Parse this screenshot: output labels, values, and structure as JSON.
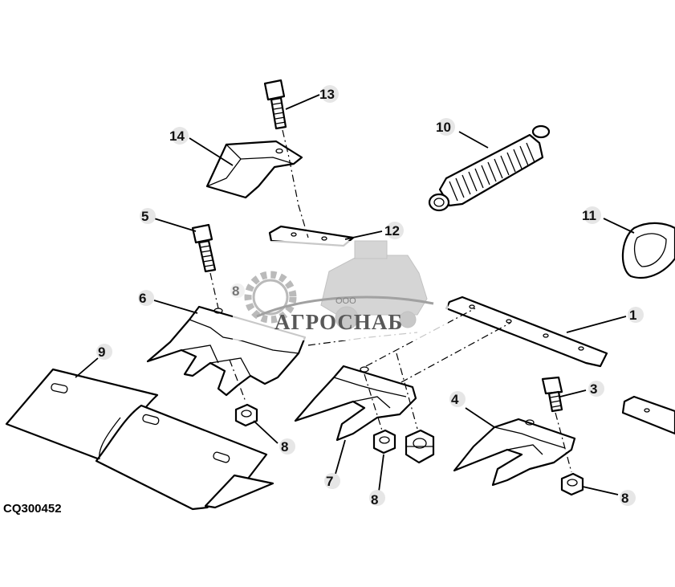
{
  "drawing_code": "CQ300452",
  "watermark": {
    "company_prefix": "ООО",
    "company_name": "АГРОСНАБ"
  },
  "callouts": {
    "c1": "1",
    "c3": "3",
    "c4": "4",
    "c5": "5",
    "c6": "6",
    "c7": "7",
    "c8a": "8",
    "c8b": "8",
    "c8c": "8",
    "c8d": "8",
    "c9": "9",
    "c10": "10",
    "c11": "11",
    "c12": "12",
    "c13": "13",
    "c14": "14"
  },
  "parts": [
    {
      "ref": "1",
      "name": "backing-strip"
    },
    {
      "ref": "3",
      "name": "bolt"
    },
    {
      "ref": "4",
      "name": "double-knife-guard"
    },
    {
      "ref": "5",
      "name": "bolt"
    },
    {
      "ref": "6",
      "name": "triple-knife-guard"
    },
    {
      "ref": "7",
      "name": "double-knife-guard"
    },
    {
      "ref": "8",
      "name": "lock-nut"
    },
    {
      "ref": "9",
      "name": "cutter-bar-plate"
    },
    {
      "ref": "10",
      "name": "tension-spring"
    },
    {
      "ref": "11",
      "name": "clip"
    },
    {
      "ref": "12",
      "name": "strip"
    },
    {
      "ref": "13",
      "name": "bolt"
    },
    {
      "ref": "14",
      "name": "hold-down-clip"
    }
  ]
}
